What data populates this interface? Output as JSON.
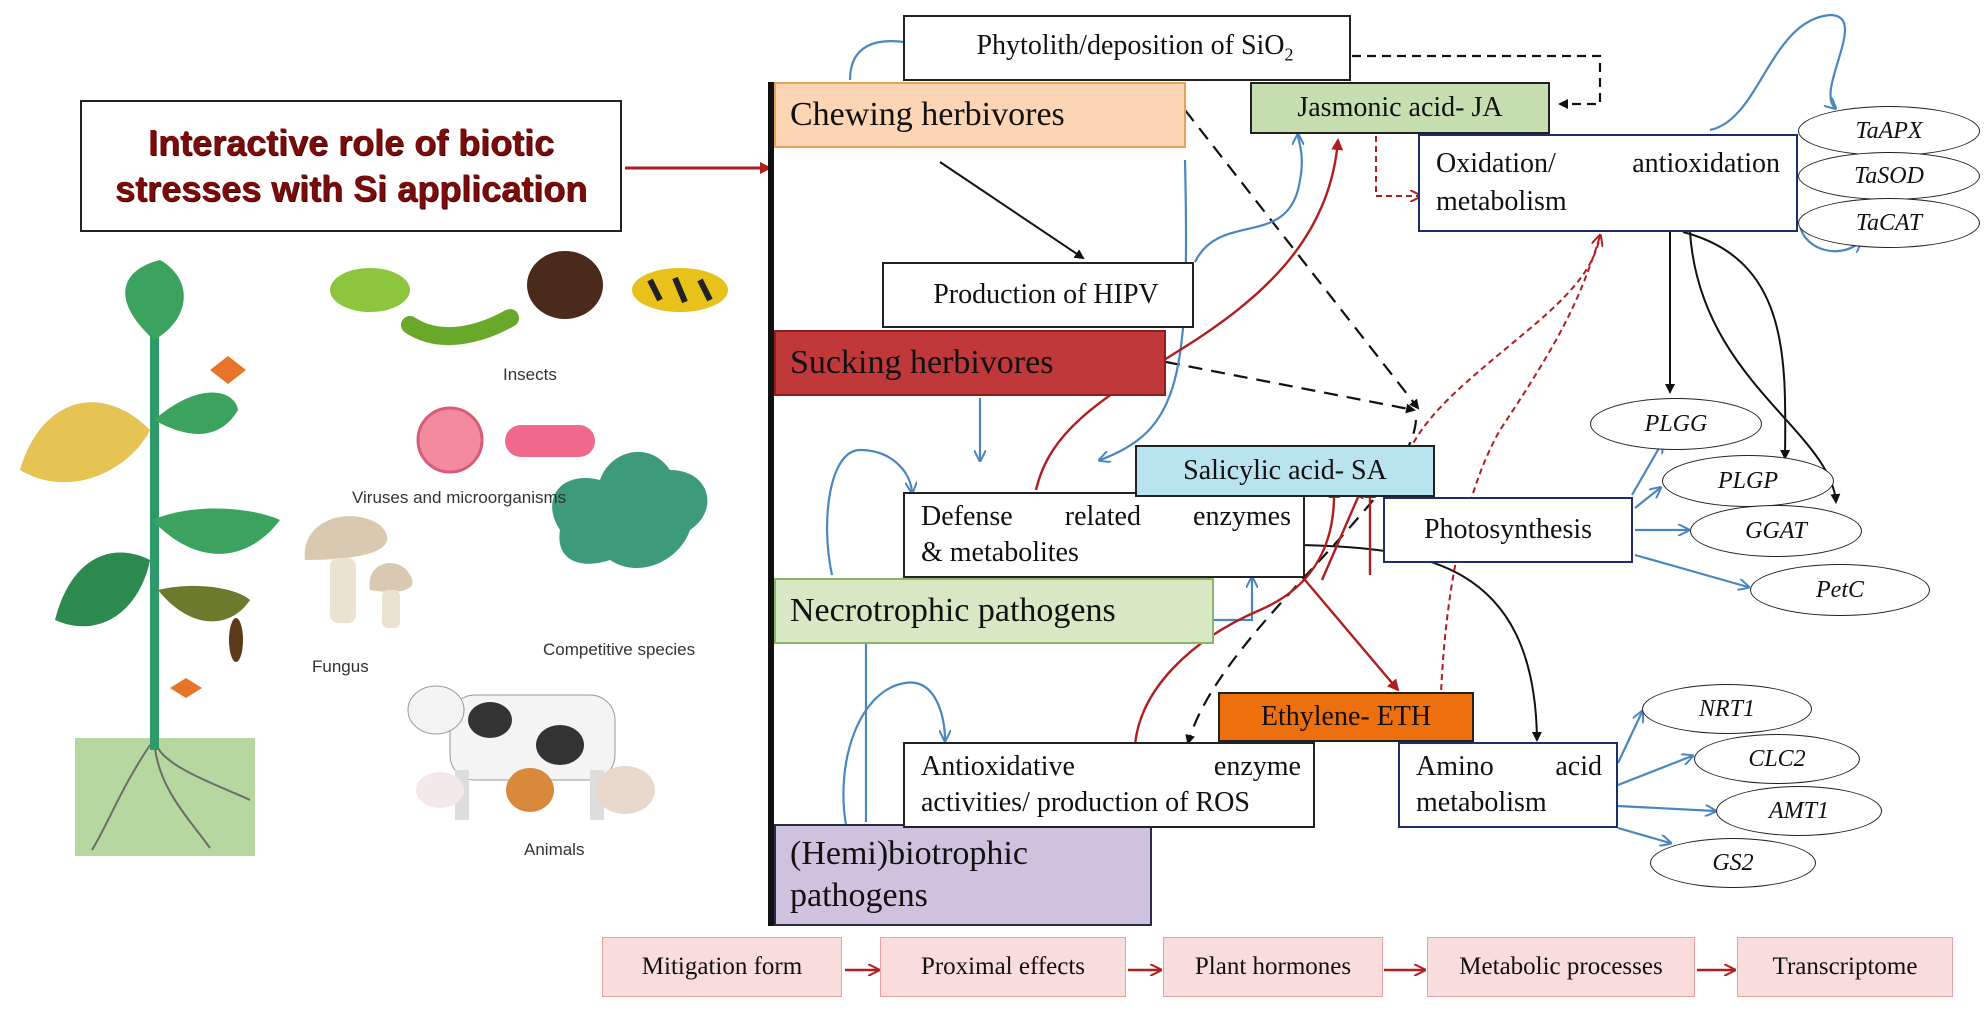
{
  "title": "Interactive role of biotic stresses with Si application",
  "illustration_labels": {
    "insects": "Insects",
    "viruses": "Viruses and microorganisms",
    "fungus": "Fungus",
    "competitive": "Competitive species",
    "animals": "Animals"
  },
  "stresses": {
    "chewing": "Chewing herbivores",
    "sucking": "Sucking herbivores",
    "necrotrophic": "Necrotrophic pathogens",
    "hemi_line1": "(Hemi)biotrophic",
    "hemi_line2": "pathogens"
  },
  "effects": {
    "phytolith": "Phytolith/deposition of SiO",
    "phytolith_sub": "2",
    "hipv": "Production of HIPV",
    "defense_line1": "Defense related enzymes",
    "defense_line2": "& metabolites",
    "antiox_line1": "Antioxidative enzyme",
    "antiox_line2": "activities/ production of ROS"
  },
  "hormones": {
    "ja": "Jasmonic acid- JA",
    "sa": "Salicylic acid- SA",
    "eth": "Ethylene- ETH"
  },
  "metabolic": {
    "oxidation_line1": "Oxidation/ antioxidation",
    "oxidation_line2": "metabolism",
    "photosynthesis": "Photosynthesis",
    "amino_line1": "Amino acid",
    "amino_line2": "metabolism"
  },
  "genes": {
    "oxidation": [
      "TaAPX",
      "TaSOD",
      "TaCAT"
    ],
    "photosynthesis": [
      "PLGG",
      "PLGP",
      "GGAT",
      "PetC"
    ],
    "amino": [
      "NRT1",
      "CLC2",
      "AMT1",
      "GS2"
    ]
  },
  "legend": [
    "Mitigation form",
    "Proximal effects",
    "Plant hormones",
    "Metabolic processes",
    "Transcriptome"
  ],
  "colors": {
    "chewing": "#fcd5b5",
    "sucking": "#c0383a",
    "necrotrophic": "#d8e8c4",
    "hemi": "#cfc2df",
    "ja": "#c6deb0",
    "sa": "#b9e3ee",
    "eth": "#ee6f0e",
    "legend_fill": "#f9dcdc",
    "arrow_blue": "#4a86c0",
    "arrow_red": "#b01e1e"
  }
}
